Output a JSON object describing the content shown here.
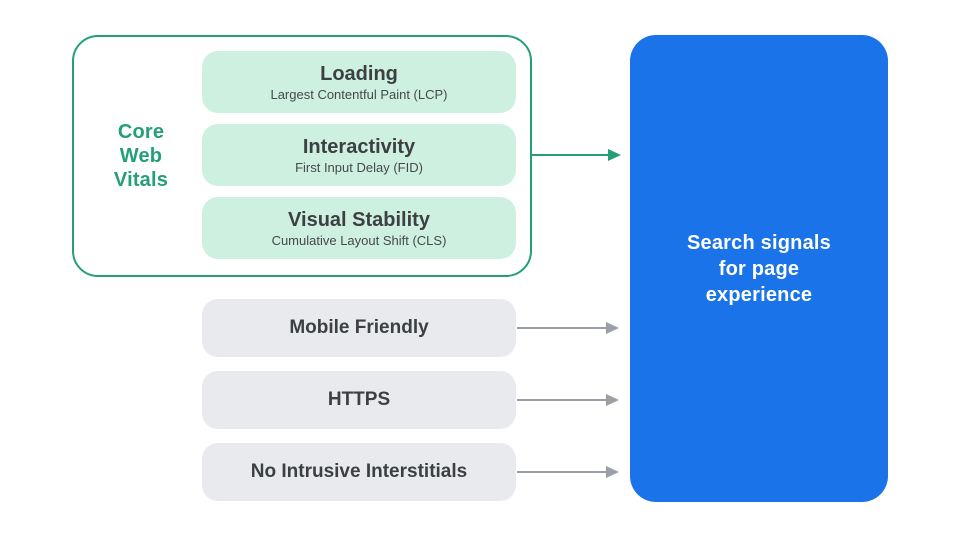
{
  "colors": {
    "green": "#23A07A",
    "green-light": "#CEF0E0",
    "gray-pill": "#E9EAED",
    "arrow-gray": "#9AA0A6",
    "blue": "#1A73E8",
    "text-dark": "#3C4043",
    "text-sub": "#45494E"
  },
  "core_web_vitals": {
    "label": "Core Web Vitals",
    "items": [
      {
        "title": "Loading",
        "subtitle": "Largest Contentful Paint (LCP)"
      },
      {
        "title": "Interactivity",
        "subtitle": "First Input Delay (FID)"
      },
      {
        "title": "Visual Stability",
        "subtitle": "Cumulative Layout Shift (CLS)"
      }
    ]
  },
  "other_signals": [
    {
      "label": "Mobile Friendly"
    },
    {
      "label": "HTTPS"
    },
    {
      "label": "No Intrusive Interstitials"
    }
  ],
  "target": {
    "label": "Search signals for page experience"
  }
}
